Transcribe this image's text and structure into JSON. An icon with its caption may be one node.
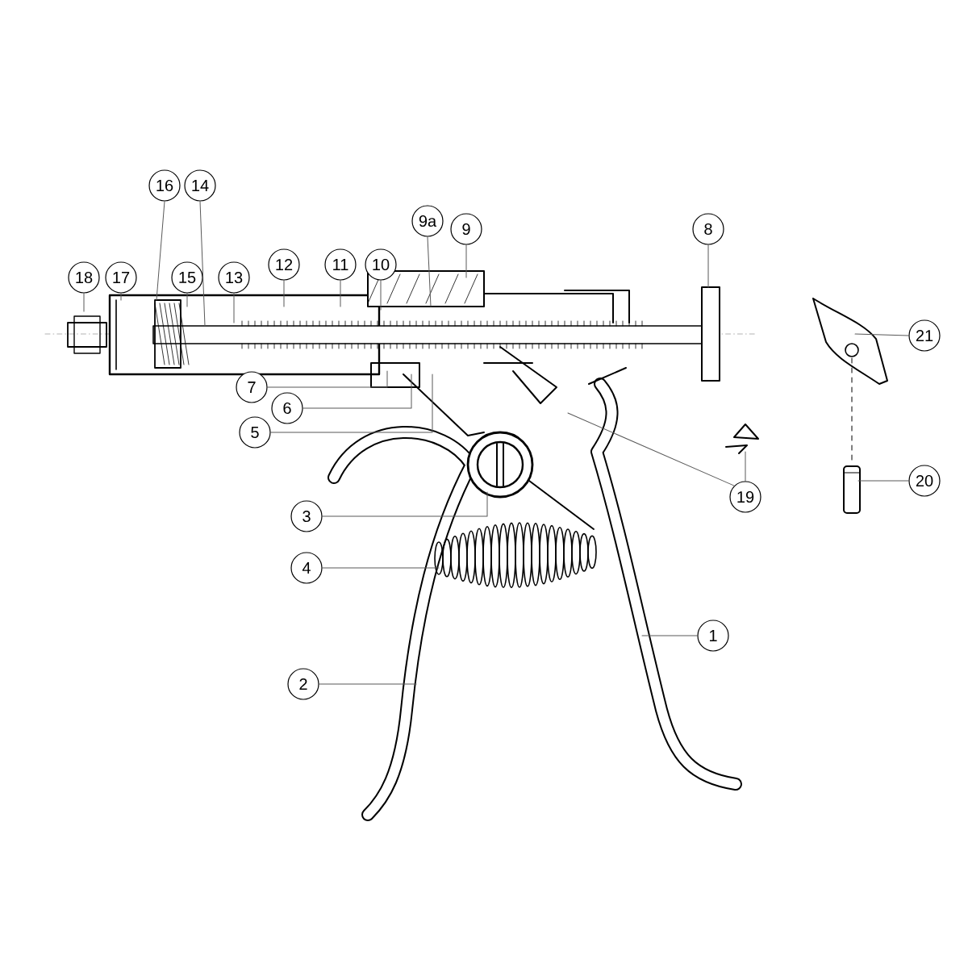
{
  "diagram": {
    "nodes": [
      {
        "text": [
          "1"
        ]
      },
      {
        "text": [
          "2"
        ]
      },
      {
        "text": [
          "3"
        ]
      },
      {
        "text": [
          "4"
        ]
      },
      {
        "text": [
          "5"
        ]
      },
      {
        "text": [
          "6"
        ]
      },
      {
        "text": [
          "7"
        ]
      },
      {
        "text": [
          "8"
        ]
      },
      {
        "text": [
          "9"
        ]
      },
      {
        "text": [
          "9a"
        ]
      },
      {
        "text": [
          "10"
        ]
      },
      {
        "text": [
          "11"
        ]
      },
      {
        "text": [
          "12"
        ]
      },
      {
        "text": [
          "13"
        ]
      },
      {
        "text": [
          "14"
        ]
      },
      {
        "text": [
          "15"
        ]
      },
      {
        "text": [
          "16"
        ]
      },
      {
        "text": [
          "17"
        ]
      },
      {
        "text": [
          "18"
        ]
      },
      {
        "text": [
          "19"
        ]
      },
      {
        "text": [
          "20"
        ]
      },
      {
        "text": [
          "21"
        ]
      }
    ],
    "edges": [
      {
        "from": 0,
        "to": null,
        "arrow": "none"
      },
      {
        "from": 1,
        "to": null,
        "arrow": "none"
      },
      {
        "from": 2,
        "to": null,
        "arrow": "none"
      },
      {
        "from": 3,
        "to": null,
        "arrow": "none"
      },
      {
        "from": 4,
        "to": null,
        "arrow": "none"
      },
      {
        "from": 5,
        "to": null,
        "arrow": "none"
      },
      {
        "from": 6,
        "to": null,
        "arrow": "none"
      },
      {
        "from": 7,
        "to": null,
        "arrow": "none"
      },
      {
        "from": 8,
        "to": null,
        "arrow": "none"
      },
      {
        "from": 9,
        "to": null,
        "arrow": "none"
      },
      {
        "from": 10,
        "to": null,
        "arrow": "none"
      },
      {
        "from": 11,
        "to": null,
        "arrow": "none"
      },
      {
        "from": 12,
        "to": null,
        "arrow": "none"
      },
      {
        "from": 13,
        "to": null,
        "arrow": "none"
      },
      {
        "from": 14,
        "to": null,
        "arrow": "none"
      },
      {
        "from": 15,
        "to": null,
        "arrow": "none"
      },
      {
        "from": 16,
        "to": null,
        "arrow": "none"
      },
      {
        "from": 17,
        "to": null,
        "arrow": "none"
      },
      {
        "from": 18,
        "to": null,
        "arrow": "none"
      },
      {
        "from": 19,
        "to": null,
        "arrow": "none"
      },
      {
        "from": 19,
        "to": null,
        "arrow": "none"
      },
      {
        "from": 20,
        "to": null,
        "arrow": "none"
      },
      {
        "from": 21,
        "to": null,
        "arrow": "none"
      }
    ]
  }
}
